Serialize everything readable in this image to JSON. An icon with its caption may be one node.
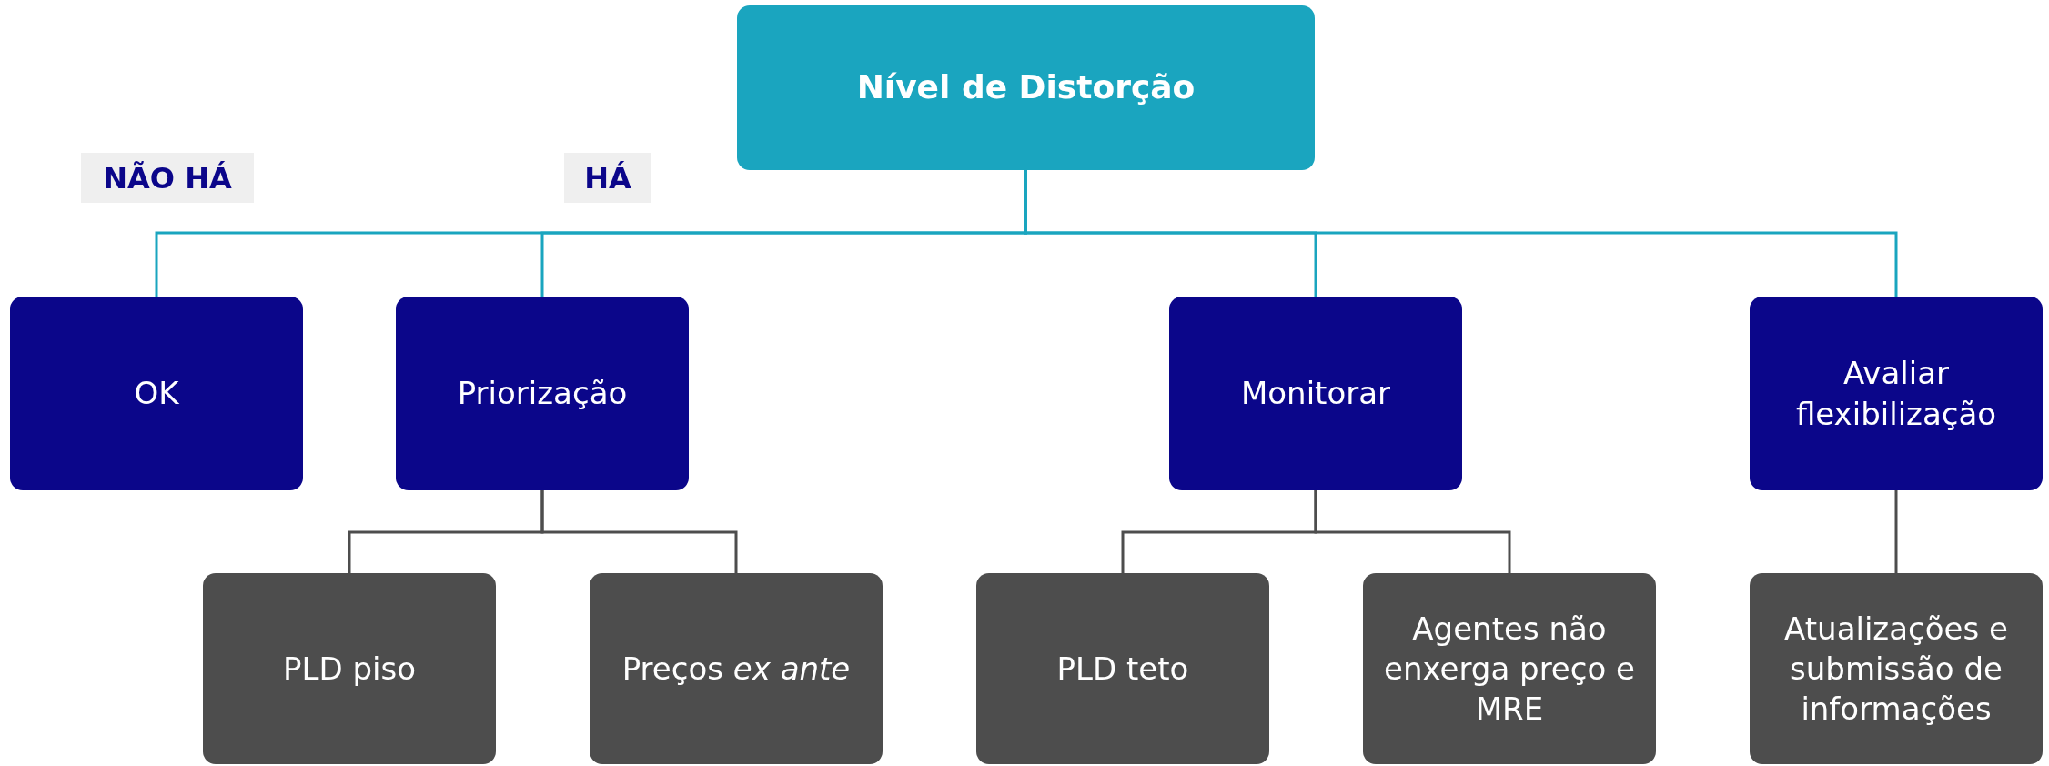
{
  "diagram": {
    "nodes": [
      {
        "text": [
          "Nível de Distorção"
        ]
      },
      {
        "text": [
          "OK"
        ]
      },
      {
        "text": [
          "Priorização"
        ]
      },
      {
        "text": [
          "Monitorar"
        ]
      },
      {
        "text": [
          "Avaliar flexibilização"
        ]
      },
      {
        "text": [
          "PLD piso"
        ]
      },
      {
        "text": [
          "Preços *ex ante*"
        ]
      },
      {
        "text": [
          "PLD teto"
        ]
      },
      {
        "text": [
          "Agentes não enxerga preço e MRE"
        ]
      },
      {
        "text": [
          "Atualizações e submissão de informações"
        ]
      }
    ],
    "edges": [
      {
        "from": 0,
        "to": 1,
        "arrow": "none",
        "color": "#1aa5bf"
      },
      {
        "from": 0,
        "to": 2,
        "arrow": "none",
        "color": "#1aa5bf"
      },
      {
        "from": 0,
        "to": 3,
        "arrow": "none",
        "color": "#1aa5bf"
      },
      {
        "from": 0,
        "to": 4,
        "arrow": "none",
        "color": "#1aa5bf"
      },
      {
        "from": 2,
        "to": 5,
        "arrow": "none"
      },
      {
        "from": 2,
        "to": 6,
        "arrow": "none"
      },
      {
        "from": 3,
        "to": 7,
        "arrow": "none"
      },
      {
        "from": 3,
        "to": 8,
        "arrow": "none"
      },
      {
        "from": 4,
        "to": 9,
        "arrow": "none"
      }
    ],
    "labels": [
      "NÃO HÁ",
      "HÁ"
    ]
  }
}
